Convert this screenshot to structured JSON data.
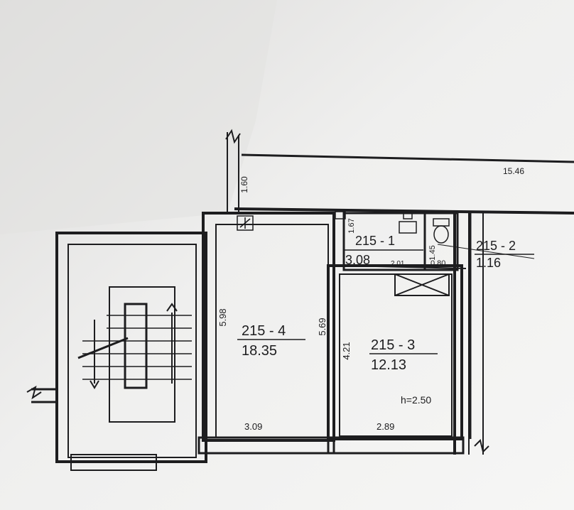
{
  "plan": {
    "overall_width": "15.46",
    "corridor_depth": "1.60",
    "rooms": [
      {
        "id": "215 - 1",
        "area": "3.08"
      },
      {
        "id": "215 - 2",
        "area": "1.16"
      },
      {
        "id": "215 - 3",
        "area": "12.13"
      },
      {
        "id": "215 - 4",
        "area": "18.35"
      }
    ],
    "dimensions": {
      "room4_length_left": "5.98",
      "room4_length_right": "5.69",
      "room4_width": "3.09",
      "room3_length": "4.21",
      "room3_width": "2.89",
      "room1_width": "2.01",
      "room1_depth": "1.67",
      "wc_depth": "1.45",
      "wc_width": "0.80"
    },
    "ceiling_height": "h=2.50"
  },
  "colors": {
    "paper": "#f4f4f3",
    "ink": "#1d1d1f",
    "shadow": "#d9d9d8"
  },
  "icons": [
    "meter-icon",
    "toilet-icon",
    "sink-icon",
    "vent-shaft-icon",
    "stair-arrow-icon",
    "break-mark-icon"
  ]
}
